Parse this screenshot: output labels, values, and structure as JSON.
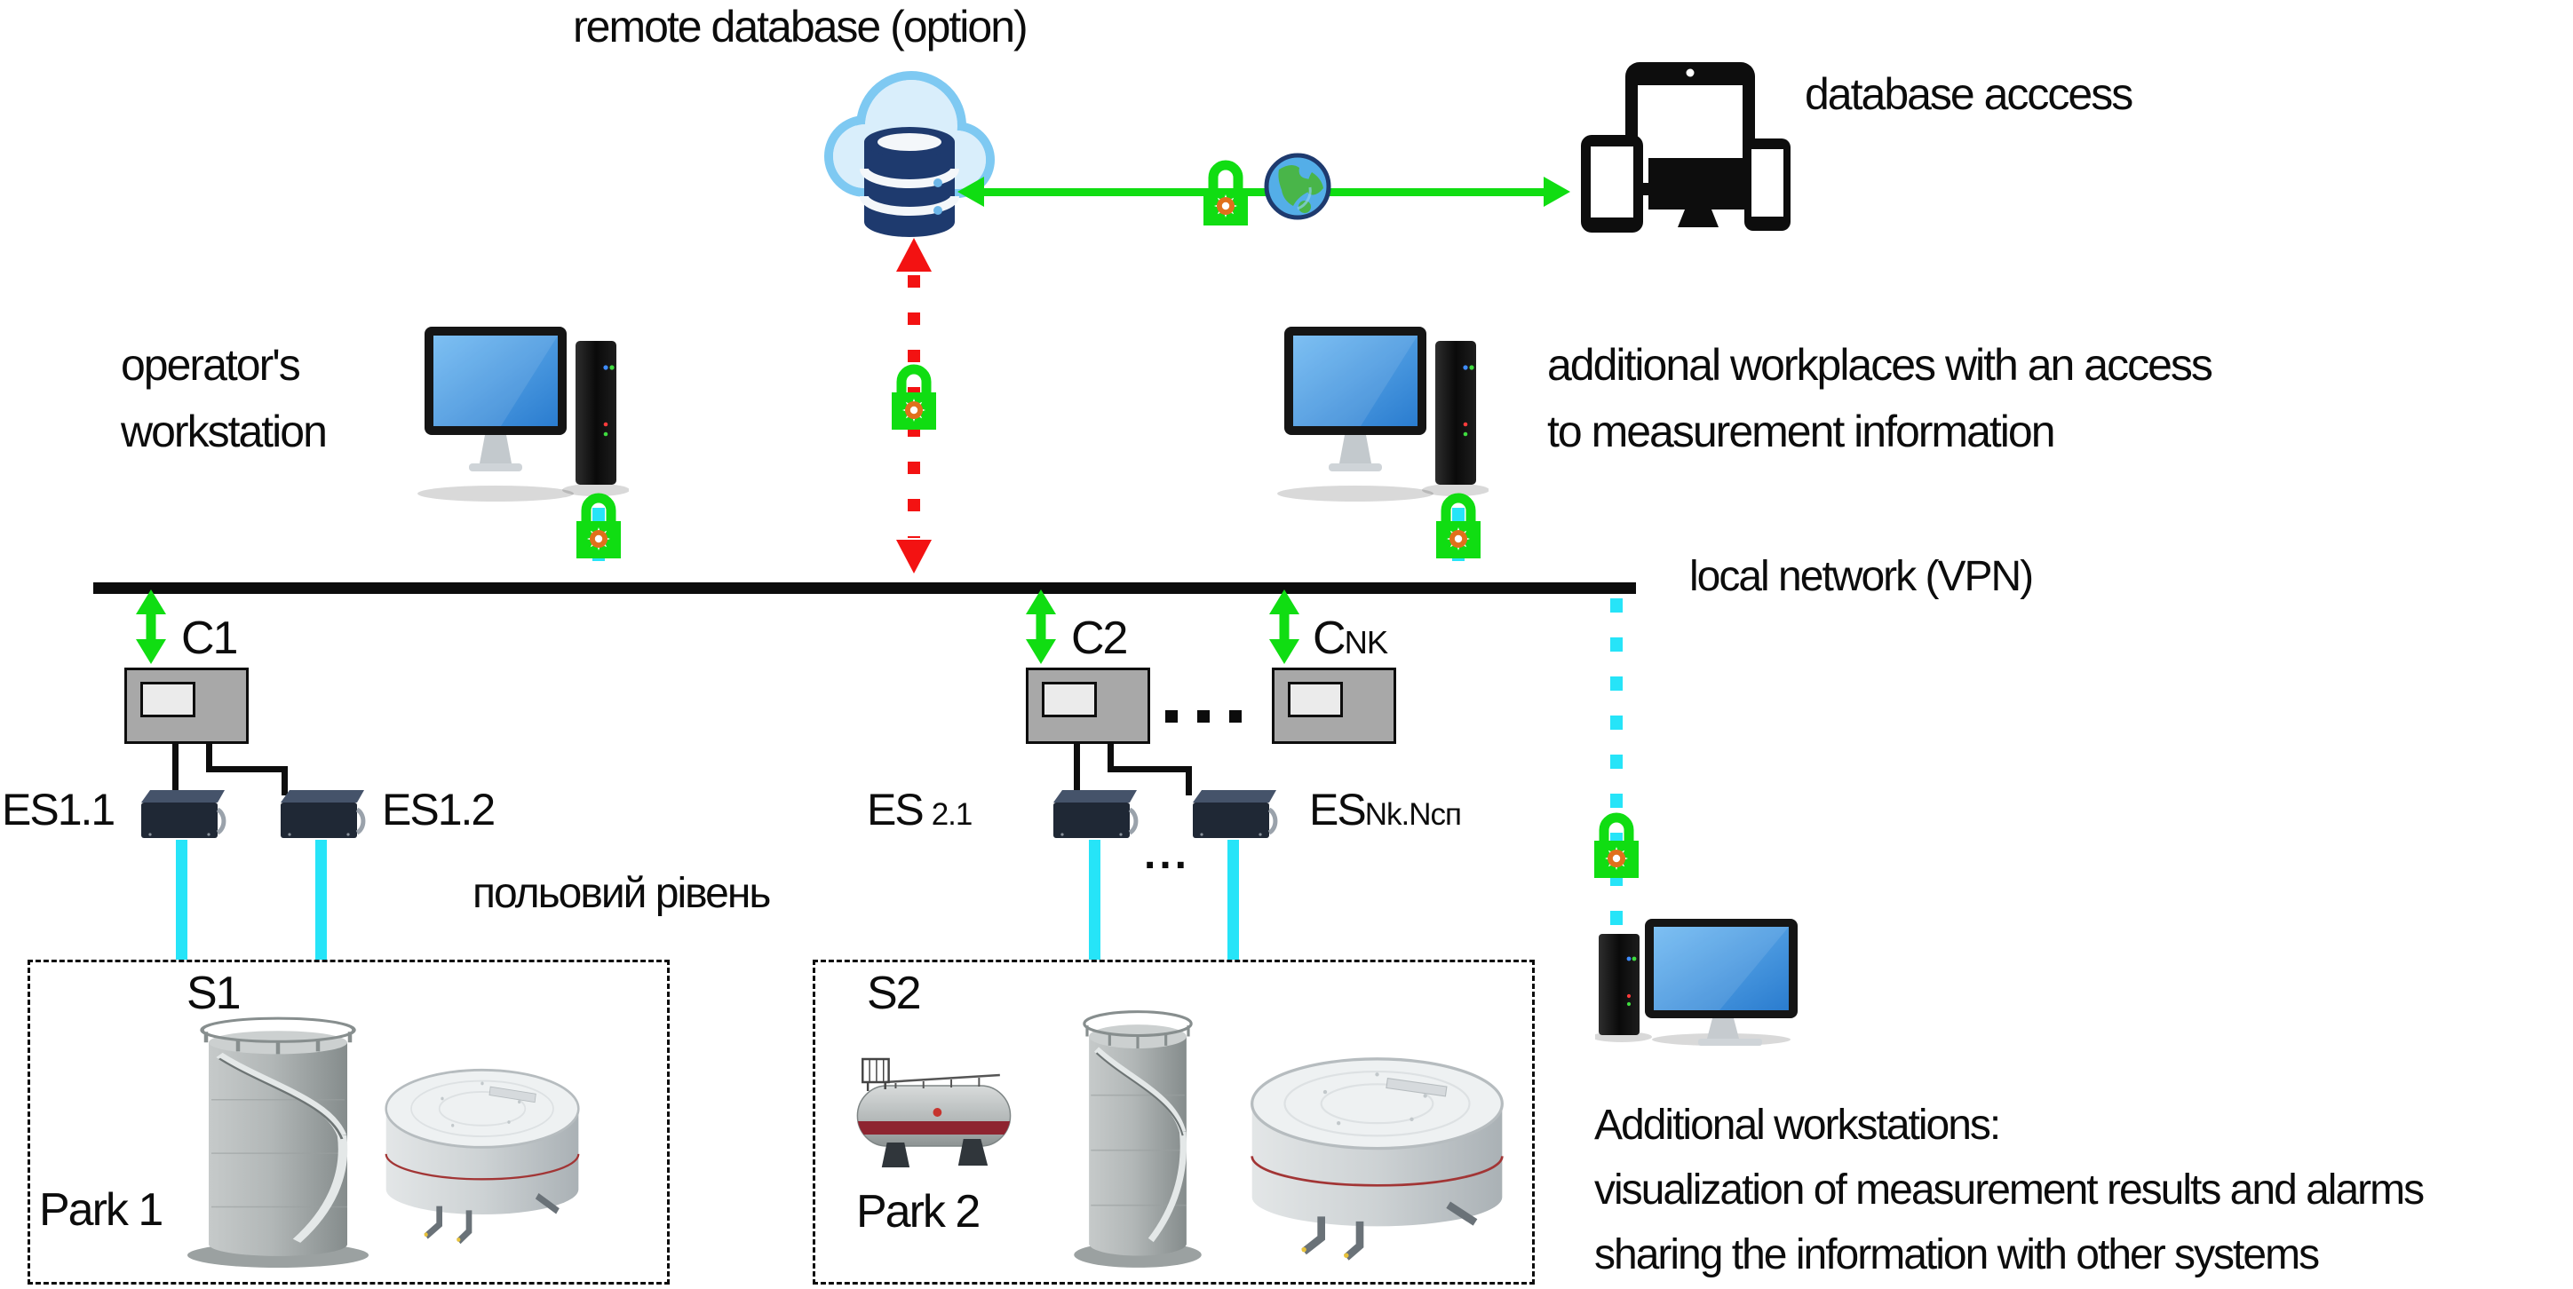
{
  "labels": {
    "remote_database": "remote database (option)",
    "database_access": "database acccess",
    "operator_line1": "operator's",
    "operator_line2": "workstation",
    "workplaces_line1": "additional workplaces with an access",
    "workplaces_line2": "to measurement information",
    "local_network": "local network (VPN)",
    "field_level": "польовий рівень",
    "es_gap_dots": "...",
    "additional_ws_line1": "Additional workstations:",
    "additional_ws_line2": "visualization of measurement results and alarms",
    "additional_ws_line3": "sharing the information with other systems"
  },
  "controllers": [
    {
      "main": "C1",
      "sub": ""
    },
    {
      "main": "C2",
      "sub": ""
    },
    {
      "main": "C",
      "sub": "NK"
    }
  ],
  "es_units": [
    {
      "main": "ES1.1",
      "sub": ""
    },
    {
      "main": "ES1.2",
      "sub": ""
    },
    {
      "main": "ES",
      "sub": "2.1"
    },
    {
      "main": "ES",
      "sub": "Nk.Nсп"
    }
  ],
  "parks": [
    {
      "sensor": "S1",
      "name": "Park 1"
    },
    {
      "sensor": "S2",
      "name": "Park 2"
    }
  ],
  "colors": {
    "green": "#10dd12",
    "red": "#f31212",
    "cyan": "#26e4f8",
    "orange": "#e0701c",
    "navy": "#1e3a6e",
    "cloud_fill": "#d9eefb",
    "cloud_stroke": "#7ec9f2",
    "controller_gray": "#a8a8a8",
    "screen_blue": "#3e9ce2",
    "line_black": "#0d0d0d"
  }
}
